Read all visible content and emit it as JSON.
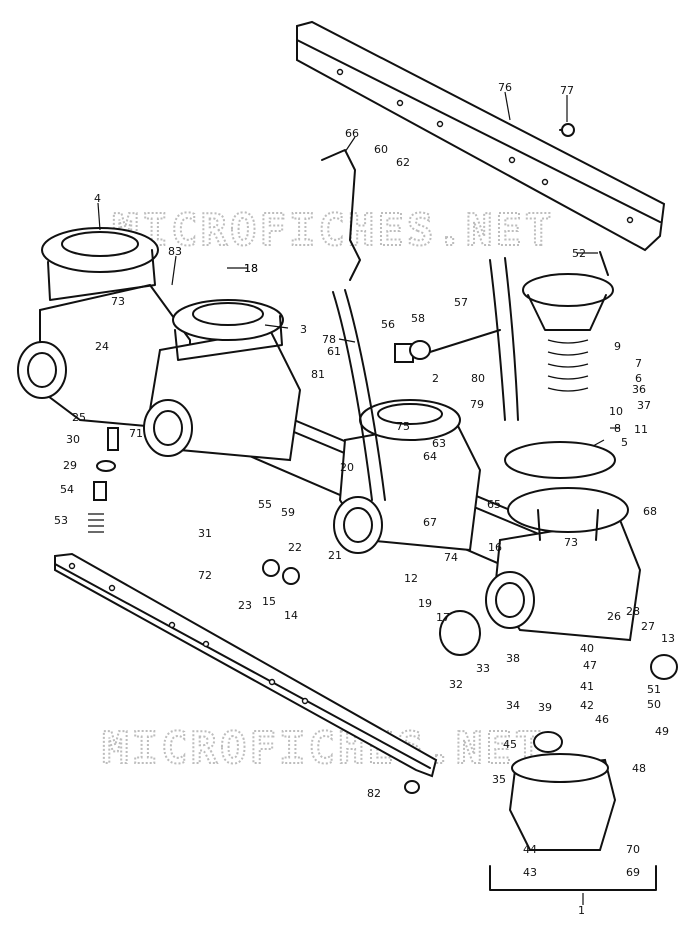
{
  "watermarks": [
    "MICROFICHES.NET",
    "MICROFICHES.NET"
  ],
  "part_numbers": [
    "1",
    "2",
    "3",
    "4",
    "5",
    "6",
    "7",
    "8",
    "9",
    "10",
    "11",
    "12",
    "13",
    "14",
    "15",
    "16",
    "17",
    "18",
    "19",
    "20",
    "21",
    "22",
    "23",
    "24",
    "25",
    "26",
    "27",
    "28",
    "29",
    "30",
    "31",
    "32",
    "33",
    "34",
    "35",
    "36",
    "37",
    "38",
    "39",
    "40",
    "41",
    "42",
    "43",
    "44",
    "45",
    "46",
    "47",
    "48",
    "49",
    "50",
    "51",
    "52",
    "53",
    "54",
    "55",
    "56",
    "57",
    "58",
    "59",
    "60",
    "61",
    "62",
    "63",
    "64",
    "65",
    "66",
    "67",
    "68",
    "69",
    "70",
    "71",
    "72",
    "73",
    "73",
    "74",
    "75",
    "76",
    "77",
    "78",
    "79",
    "80",
    "81",
    "82",
    "83",
    "18"
  ]
}
